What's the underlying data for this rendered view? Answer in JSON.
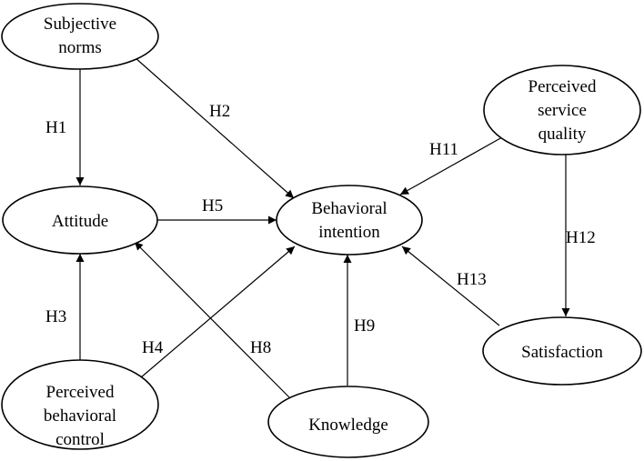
{
  "nodes": {
    "subjective_norms": [
      "Subjective",
      "norms"
    ],
    "attitude": [
      "Attitude"
    ],
    "behavioral_intention": [
      "Behavioral",
      "intention"
    ],
    "perceived_service_quality": [
      "Perceived",
      "service",
      "quality"
    ],
    "perceived_behavioral_control": [
      "Perceived",
      "behavioral",
      "control"
    ],
    "knowledge": [
      "Knowledge"
    ],
    "satisfaction": [
      "Satisfaction"
    ]
  },
  "hypotheses": {
    "h1": "H1",
    "h2": "H2",
    "h3": "H3",
    "h4": "H4",
    "h5": "H5",
    "h8": "H8",
    "h9": "H9",
    "h11": "H11",
    "h12": "H12",
    "h13": "H13"
  },
  "colors": {
    "stroke": "#000000",
    "background": "#ffffff"
  }
}
